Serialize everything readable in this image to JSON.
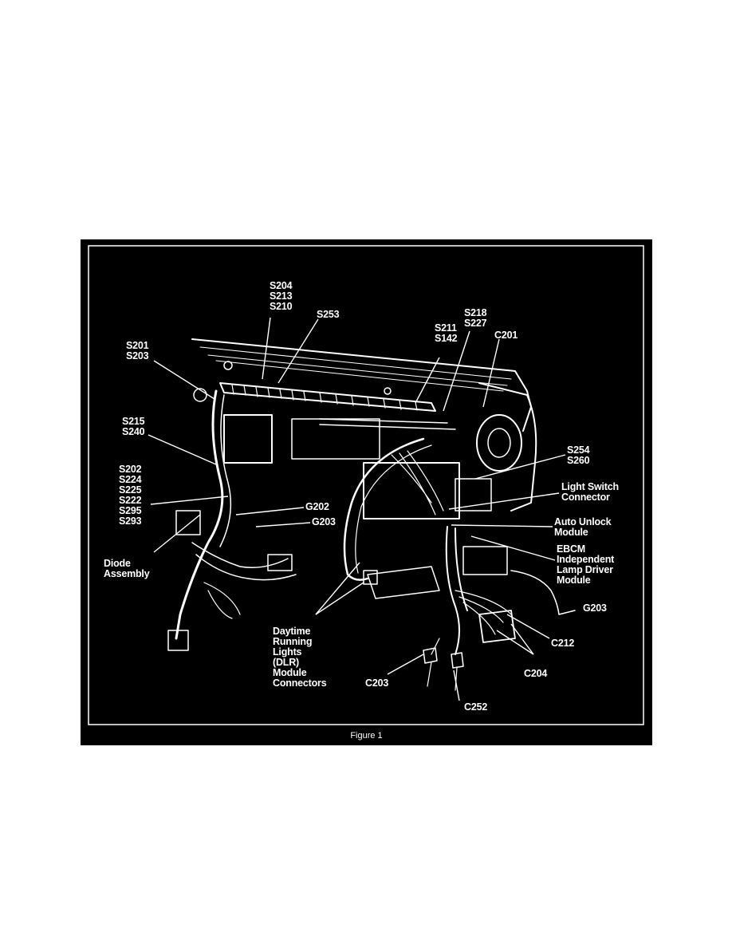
{
  "figure": {
    "caption": "Figure  1",
    "background": "#000000",
    "line_color": "#ffffff"
  },
  "labels": {
    "s204": [
      "S204",
      "S213",
      "S210"
    ],
    "s253": [
      "S253"
    ],
    "s218": [
      "S218",
      "S227"
    ],
    "s211": [
      "S211",
      "S142"
    ],
    "c201": [
      "C201"
    ],
    "s201": [
      "S201",
      "S203"
    ],
    "s215": [
      "S215",
      "S240"
    ],
    "s202": [
      "S202",
      "S224",
      "S225",
      "S222",
      "S295",
      "S293"
    ],
    "diode": [
      "Diode",
      "Assembly"
    ],
    "g202": [
      "G202"
    ],
    "g203a": [
      "G203"
    ],
    "s254": [
      "S254",
      "S260"
    ],
    "light_switch": [
      "Light Switch",
      "Connector"
    ],
    "auto_unlock": [
      "Auto Unlock",
      "Module"
    ],
    "ebcm": [
      "EBCM",
      "Independent",
      "Lamp Driver",
      "Module"
    ],
    "g203b": [
      "G203"
    ],
    "c212": [
      "C212"
    ],
    "c204": [
      "C204"
    ],
    "dlr": [
      "Daytime",
      "Running",
      "Lights",
      "(DLR)",
      "Module",
      "Connectors"
    ],
    "c203": [
      "C203"
    ],
    "c252": [
      "C252"
    ]
  }
}
